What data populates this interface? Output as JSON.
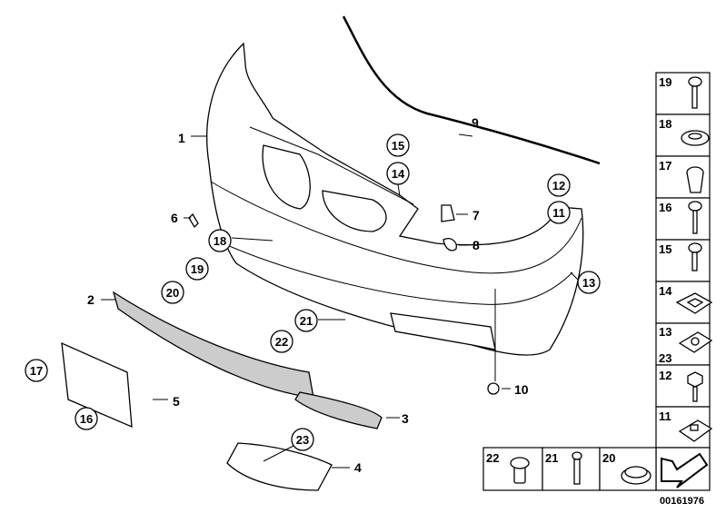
{
  "diagram_code": "00161976",
  "callouts": {
    "c1": "1",
    "c2": "2",
    "c3": "3",
    "c4": "4",
    "c5": "5",
    "c6": "6",
    "c7": "7",
    "c8": "8",
    "c9": "9",
    "c10": "10",
    "c11": "11",
    "c12": "12",
    "c13": "13",
    "c14": "14",
    "c15": "15",
    "c16": "16",
    "c17": "17",
    "c18": "18",
    "c19": "19",
    "c20": "20",
    "c21": "21",
    "c22": "22",
    "c23": "23"
  },
  "legend_right": [
    "19",
    "18",
    "17",
    "16",
    "15",
    "14",
    "13",
    "23",
    "12",
    "11"
  ],
  "legend_bottom": [
    "22",
    "21",
    "20"
  ]
}
